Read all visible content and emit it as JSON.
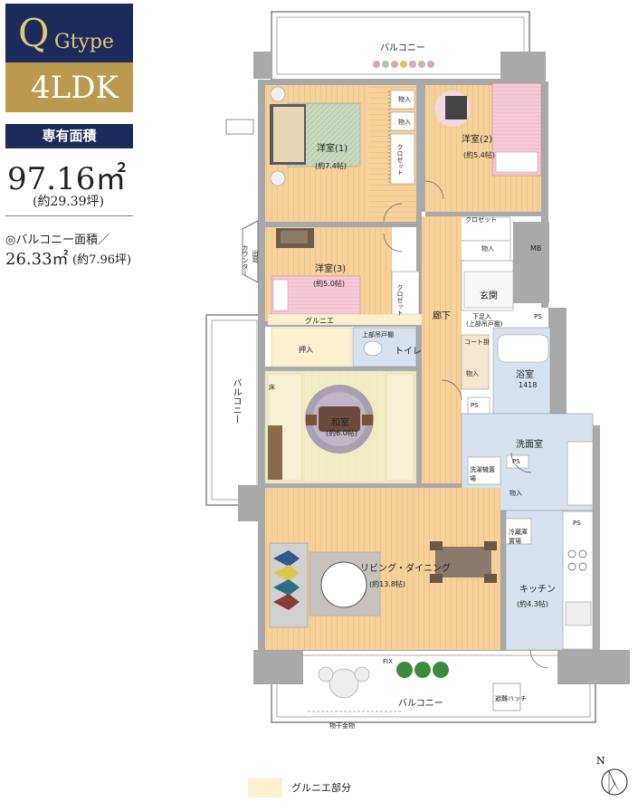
{
  "header": {
    "type_letter": "Q",
    "type_suffix": "Gtype",
    "layout": "4LDK",
    "area_heading": "専有面積",
    "area_value": "97.16㎡",
    "area_tsubo": "(約29.39坪)",
    "balcony_heading": "◎バルコニー面積／",
    "balcony_value": "26.33㎡",
    "balcony_tsubo": "(約7.96坪)"
  },
  "rooms": {
    "western1": "洋室(1)",
    "western1_size": "(約7.4帖)",
    "western2": "洋室(2)",
    "western2_size": "(約5.4帖)",
    "western3": "洋室(3)",
    "western3_size": "(約5.0帖)",
    "japanese": "和室",
    "japanese_size": "(約6.0帖)",
    "living": "リビング・ダイニング",
    "living_size": "(約13.8帖)",
    "kitchen": "キッチン",
    "kitchen_size": "(約4.3帖)",
    "bath": "浴室",
    "bath_size": "1418",
    "washroom": "洗面室",
    "toilet": "トイレ",
    "entrance": "玄関",
    "hallway": "廊下"
  },
  "labels": {
    "balcony_top": "バルコニー",
    "balcony_bottom": "バルコニー",
    "balcony_side": "バルコニー",
    "closet": "クロゼット",
    "storage": "物入",
    "oshiire": "押入",
    "mb": "MB",
    "ps": "PS",
    "counter": "カウンター",
    "demado": "出窓",
    "shoe_box": "下足入",
    "shoe_box_sub": "(上部吊戸棚)",
    "coat": "コート掛",
    "upper_shelf": "上部吊戸棚",
    "washer": "洗濯機置場",
    "fridge": "冷蔵庫置場",
    "toko": "床",
    "grunier": "グルニエ",
    "fix": "FIX",
    "hatch": "避難ハッチ",
    "drying": "物干金物"
  },
  "legend": {
    "text": "グルニエ部分"
  },
  "compass": {
    "label": "N"
  },
  "colors": {
    "navy": "#1d2b5c",
    "gold": "#b99a4f",
    "floor": "#f6d19a",
    "wet": "#d6e3ee",
    "tatami": "#f1ebc5",
    "wall": "#a9a9a9",
    "grunier": "#fbf0d0"
  }
}
